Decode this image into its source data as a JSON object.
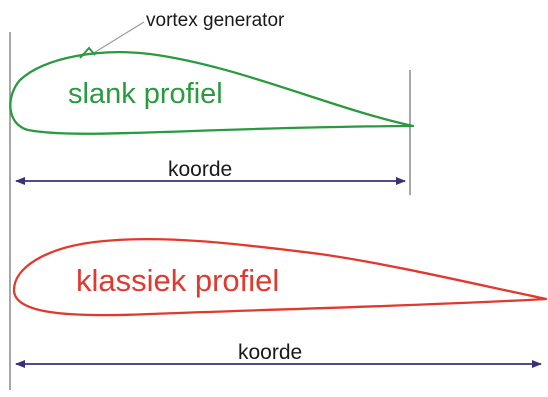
{
  "labels": {
    "vortex_generator": "vortex generator",
    "slank_profiel": "slank profiel",
    "koorde_top": "koorde",
    "klassiek_profiel": "klassiek profiel",
    "koorde_bottom": "koorde"
  },
  "colors": {
    "slank_profiel": "#2a9a3e",
    "klassiek_profiel": "#e03a2f",
    "chord_arrow": "#3d2e7c",
    "reference_lines": "#8a8a8a",
    "text": "#1a1a1a"
  }
}
